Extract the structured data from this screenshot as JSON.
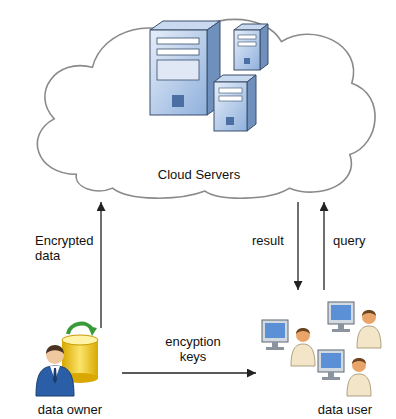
{
  "diagram": {
    "nodes": [
      {
        "text": [
          "Cloud Servers"
        ]
      },
      {
        "text": [
          "data owner"
        ]
      },
      {
        "text": [
          "data user"
        ]
      }
    ],
    "edges": [
      {
        "from": 1,
        "to": 0,
        "arrow": "to",
        "label": "Encrypted data"
      },
      {
        "from": 0,
        "to": 2,
        "arrow": "to",
        "label": "result"
      },
      {
        "from": 2,
        "to": 0,
        "arrow": "to",
        "label": "query"
      },
      {
        "from": 1,
        "to": 2,
        "arrow": "to",
        "label": "encyption keys"
      }
    ]
  }
}
